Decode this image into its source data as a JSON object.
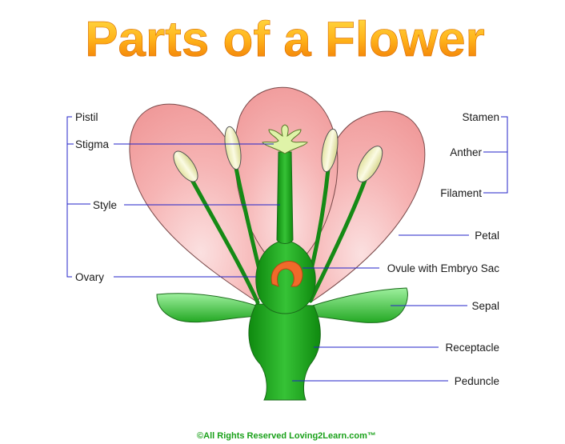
{
  "title": "Parts of a Flower",
  "labels": {
    "pistil": "Pistil",
    "stigma": "Stigma",
    "style": "Style",
    "ovary": "Ovary",
    "stamen": "Stamen",
    "anther": "Anther",
    "filament": "Filament",
    "petal": "Petal",
    "ovule": "Ovule with Embryo Sac",
    "sepal": "Sepal",
    "receptacle": "Receptacle",
    "peduncle": "Peduncle"
  },
  "copyright": "©All Rights Reserved Loving2Learn.com™",
  "colors": {
    "title_top": "#ffd21a",
    "title_bottom": "#f07a00",
    "petal": "#f4a3a3",
    "petal_light": "#fbd6d6",
    "stem": "#179a17",
    "stem_light": "#4fd24f",
    "ovule": "#f06a2a",
    "anther": "#f3f2c4",
    "leader_line": "#2323c8",
    "copyright": "#1aa11a"
  }
}
